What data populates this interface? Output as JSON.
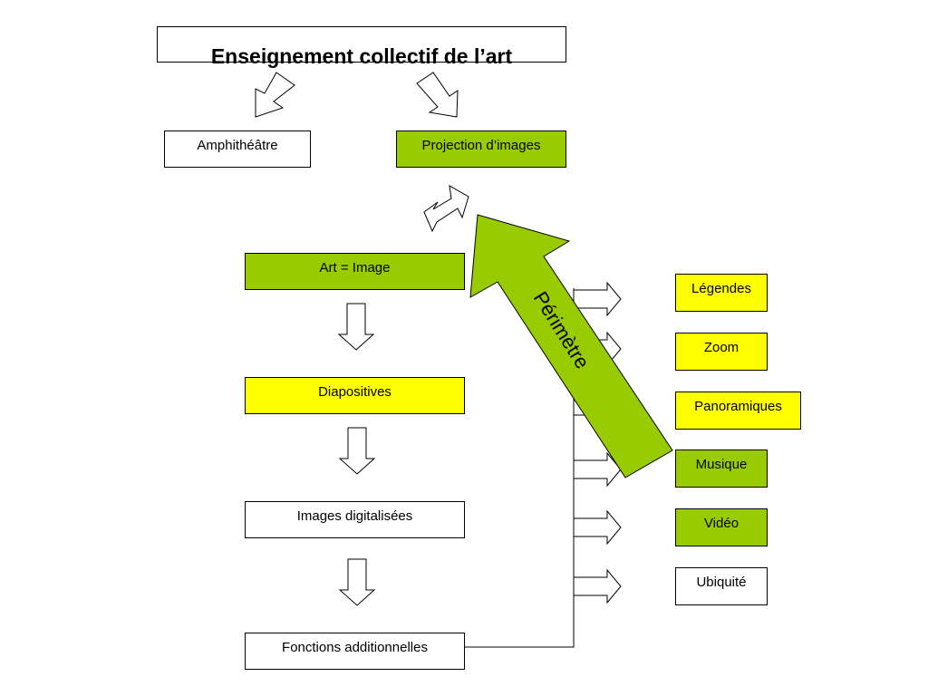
{
  "title": "Enseignement collectif de l’art",
  "boxes": {
    "amphitheatre": "Amphithéâtre",
    "projection": "Projection d’images",
    "art_image": "Art = Image",
    "diapositives": "Diapositives",
    "images_digitalisees": "Images digitalisées",
    "fonctions": "Fonctions additionnelles"
  },
  "features": [
    "Légendes",
    "Zoom",
    "Panoramiques",
    "Musique",
    "Vidéo",
    "Ubiquité"
  ],
  "big_arrow_label": "Périmètre",
  "colors": {
    "green": "#99cc00",
    "yellow": "#ffff00",
    "white": "#ffffff",
    "outline": "#000000"
  }
}
